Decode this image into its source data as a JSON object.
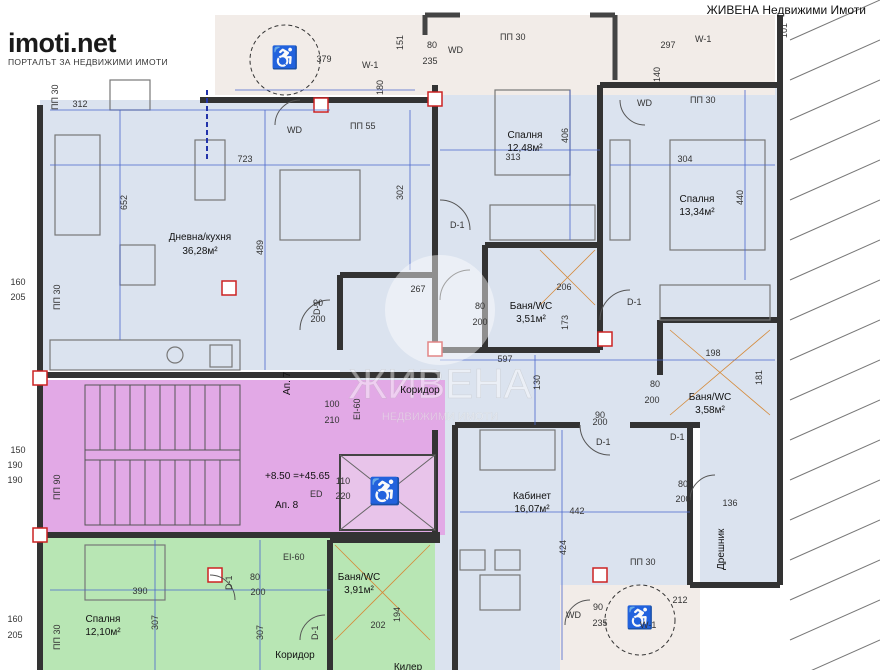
{
  "watermark_header": "ЖИВЕНА Недвижими Имоти",
  "logo": {
    "brand": "imoti.net",
    "tagline": "ПОРТАЛЪТ ЗА НЕДВИЖИМИ ИМОТИ"
  },
  "center_watermark": {
    "name": "ЖИВЕНА",
    "sub": "НЕДВИЖИМИ ИМОТИ"
  },
  "rooms": {
    "living": {
      "name": "Дневна/кухня",
      "area": "36,28м²"
    },
    "bed1": {
      "name": "Спалня",
      "area": "12,48м²"
    },
    "bed2": {
      "name": "Спалня",
      "area": "13,34м²"
    },
    "bath1": {
      "name": "Баня/WC",
      "area": "3,51м²"
    },
    "bath2": {
      "name": "Баня/WC",
      "area": "3,58м²"
    },
    "bath3": {
      "name": "Баня/WC",
      "area": "3,91м²"
    },
    "office": {
      "name": "Кабинет",
      "area": "16,07м²"
    },
    "bed3": {
      "name": "Спалня",
      "area": "12,10м²"
    },
    "corridor1": "Коридор",
    "corridor2": "Коридор",
    "closet": "Дрешник",
    "storage": "Килер"
  },
  "apartments": {
    "ap7": "Ап. 7",
    "ap8": "Ап. 8"
  },
  "elevation": "+8.50 =+45.65",
  "codes": {
    "pp30": "ПП 30",
    "pp55": "ПП 55",
    "pp90": "ПП 90",
    "w1": "W-1",
    "wd": "WD",
    "d1": "D-1",
    "ei60": "EI-60",
    "ed": "ED"
  },
  "dims": {
    "d312": "312",
    "d723": "723",
    "d652": "652",
    "d489": "489",
    "d302": "302",
    "d313": "313",
    "d406": "406",
    "d304": "304",
    "d440": "440",
    "d297": "297",
    "d379": "379",
    "d151": "151",
    "d267": "267",
    "d206": "206",
    "d173": "173",
    "d597": "597",
    "d198": "198",
    "d181": "181",
    "d130": "130",
    "d442": "442",
    "d424": "424",
    "d136": "136",
    "d390": "390",
    "d307": "307",
    "d212": "212",
    "d202": "202",
    "d194": "194",
    "d80": "80",
    "d90": "90",
    "d200": "200",
    "d235": "235",
    "d100": "100",
    "d210": "210",
    "d110": "110",
    "d220": "220",
    "d160": "160",
    "d205": "205",
    "d150": "150",
    "d190": "190",
    "d140": "140",
    "d180": "180",
    "d101": "101"
  }
}
